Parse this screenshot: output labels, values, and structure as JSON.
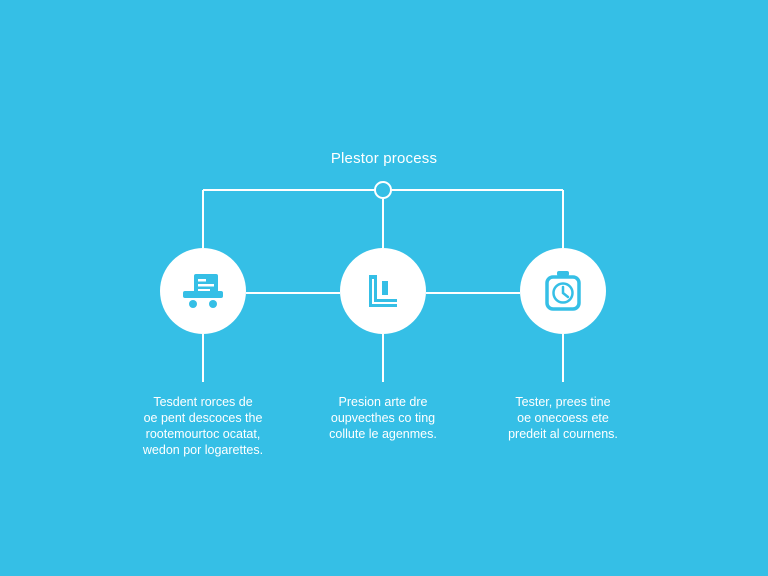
{
  "diagram": {
    "title": "Plestor process",
    "colors": {
      "background": "#35bfe6",
      "line": "#ffffff",
      "node_fill": "#ffffff",
      "icon": "#35bfe6"
    },
    "steps": [
      {
        "icon": "cart-icon",
        "text_lines": [
          "Tesdent rorces de",
          "oe pent descoces the",
          "rootemourtoc ocatat,",
          "wedon por logarettes."
        ]
      },
      {
        "icon": "chart-icon",
        "text_lines": [
          "Presion arte dre",
          "oupvecthes co ting",
          "collute le agenmes."
        ]
      },
      {
        "icon": "clock-icon",
        "text_lines": [
          "Tester, prees tine",
          "oe onecoess ete",
          "predeit al cournens."
        ]
      }
    ]
  }
}
